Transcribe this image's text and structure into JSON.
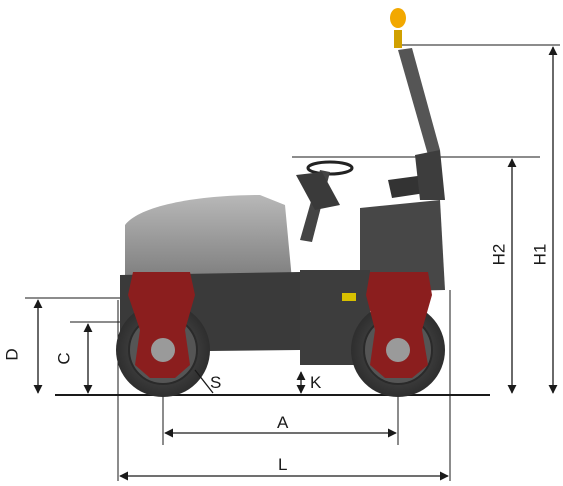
{
  "labels": {
    "A": "A",
    "L": "L",
    "D": "D",
    "C": "C",
    "S": "S",
    "K": "K",
    "H1": "H1",
    "H2": "H2"
  },
  "colors": {
    "body": "#4a4a4a",
    "hood": "#9a9a9a",
    "drum": "#3b3b3b",
    "hub_red": "#8b1e1e",
    "beacon": "#f2a800",
    "lines": "#1a1a1a"
  }
}
